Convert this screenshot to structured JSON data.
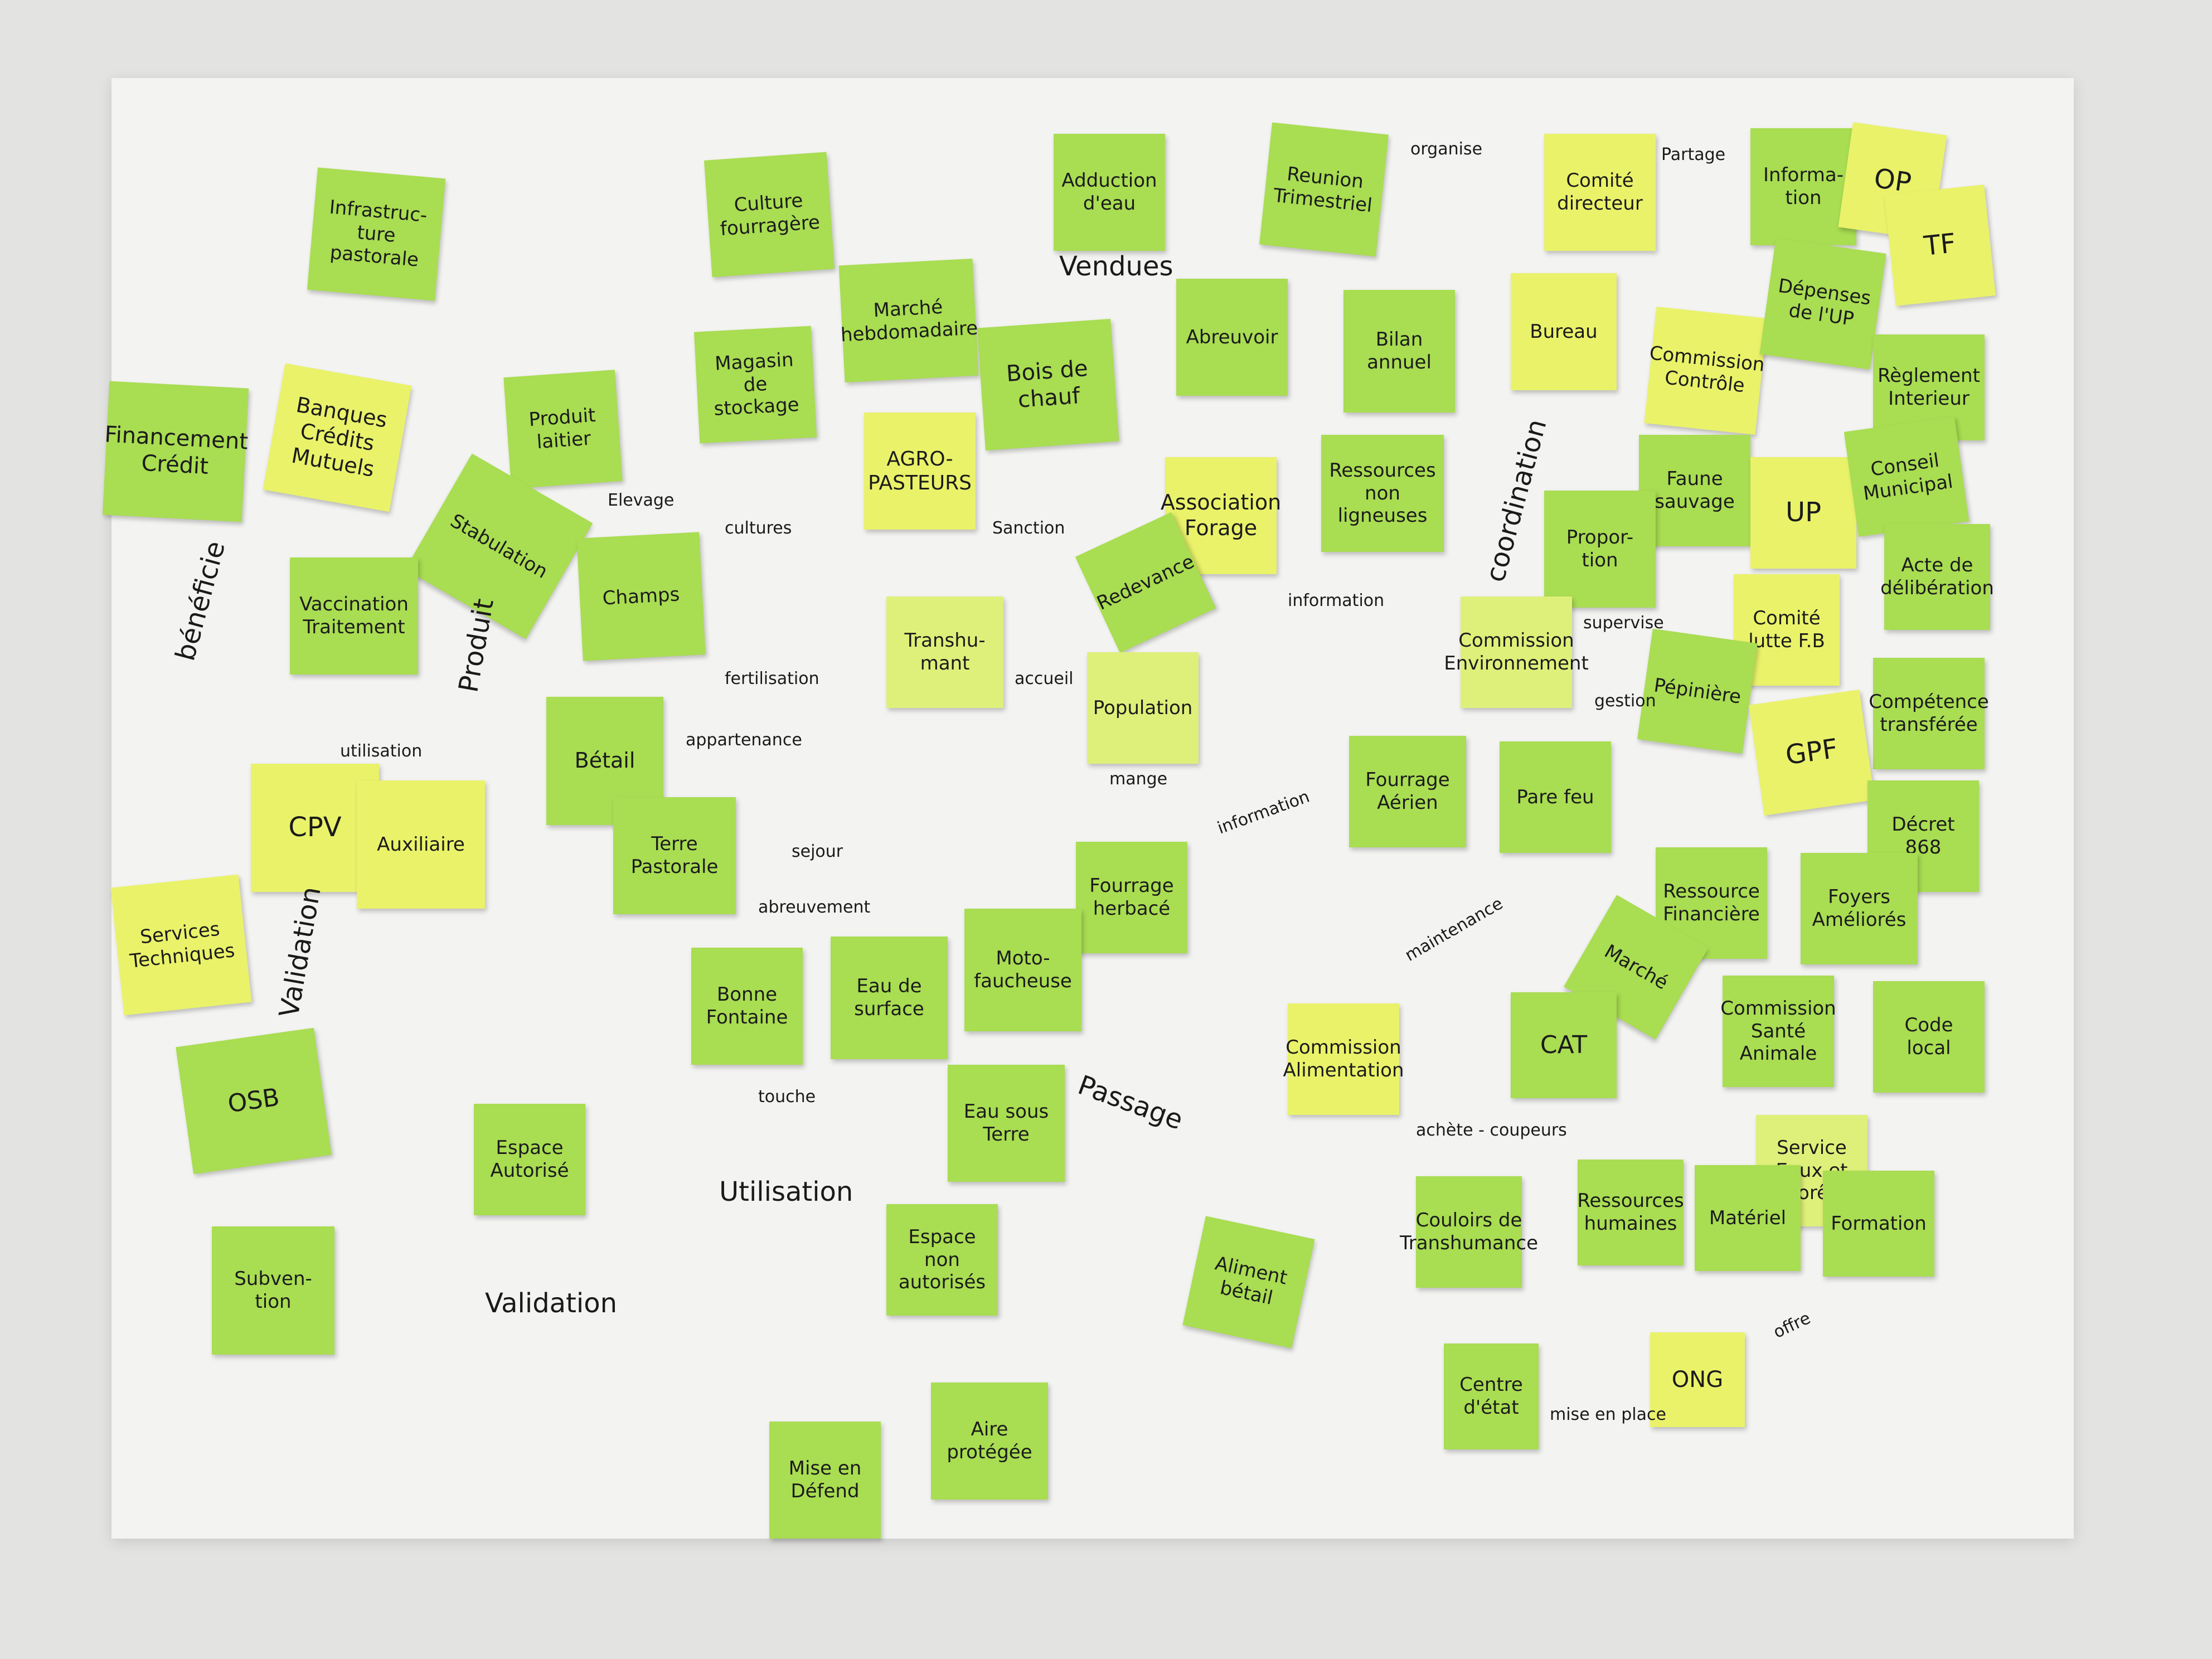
{
  "notes": {
    "infrastructure": "Infrastruc- ture pastorale",
    "culture_fourragere": "Culture fourragère",
    "adduction": "Adduction d'eau",
    "reunion": "Reunion Trimestriel",
    "comite_directeur": "Comité directeur",
    "information": "Informa- tion",
    "op": "OP",
    "tf": "TF",
    "marche": "Marché hebdomadaire",
    "abreuvoir": "Abreuvoir",
    "bilan": "Bilan annuel",
    "bureau": "Bureau",
    "commission_controle": "Commission Contrôle",
    "depenses": "Dépenses de l'UP",
    "reglement": "Règlement Interieur",
    "financement": "Financement Crédit",
    "banques": "Banques Crédits Mutuels",
    "magasin": "Magasin de stockage",
    "bois": "Bois de chauf",
    "produit_laitier": "Produit laitier",
    "agro_pasteurs": "AGRO- PASTEURS",
    "association_forage": "Association Forage",
    "ressources_ligneuses": "Ressources non ligneuses",
    "faune_sauvage": "Faune sauvage",
    "up": "UP",
    "conseil_municipal": "Conseil Municipal",
    "stabulation": "Stabulation",
    "champs": "Champs",
    "redevance": "Redevance",
    "proportion": "Propor- tion",
    "acte_deliberation": "Acte de délibération",
    "vaccination": "Vaccination Traitement",
    "transhumant": "Transhu- mant",
    "population": "Population",
    "commission_environnement": "Commission Environnement",
    "comite_lutte": "Comité lutte F.B",
    "pepiniere": "Pépinière",
    "competence": "Compétence transférée",
    "betail": "Bétail",
    "gpf": "GPF",
    "cpv": "CPV",
    "auxiliaire": "Auxiliaire",
    "terre_pastorale": "Terre Pastorale",
    "fourrage_aerien": "Fourrage Aérien",
    "pare_feu": "Pare feu",
    "decret": "Décret 868",
    "services_techniques": "Services Techniques",
    "fourrage_herbace": "Fourrage herbacé",
    "ressource_financiere": "Ressource Financière",
    "foyers": "Foyers Améliorés",
    "bonne_fontaine": "Bonne Fontaine",
    "eau_surface": "Eau de surface",
    "moto": "Moto- faucheuse",
    "marche_2": "Marché",
    "cat": "CAT",
    "commission_alimentation": "Commission Alimentation",
    "commission_sante": "Commission Santé Animale",
    "code_local": "Code local",
    "osb": "OSB",
    "espace_autorise": "Espace Autorisé",
    "eau_sous_terre": "Eau sous Terre",
    "aliment_betail": "Aliment bétail",
    "couloirs": "Couloirs de Transhumance",
    "service_eaux": "Service Eaux et Forêt",
    "ressources_humaines": "Ressources humaines",
    "materiel": "Matériel",
    "formation": "Formation",
    "subvention": "Subven- tion",
    "espace_non_autorise": "Espace non autorisés",
    "ong": "ONG",
    "centre_etat": "Centre d'état",
    "aire_protegee": "Aire protégée",
    "mise_en_defend": "Mise en Défend"
  },
  "labels": {
    "organise": "organise",
    "partage": "Partage",
    "vendues": "Vendues",
    "elevage": "Elevage",
    "cultures": "cultures",
    "sanction": "Sanction",
    "beneficie": "bénéficie",
    "produit": "Produit",
    "fertilisation": "fertilisation",
    "appartenance": "appartenance",
    "utilisation": "utilisation",
    "information": "information",
    "supervise": "supervise",
    "gestion": "gestion",
    "mange": "mange",
    "sejour": "sejour",
    "abreuvement": "abreuvement",
    "validation": "Validation",
    "validation_big": "Validation",
    "utilisation_big": "Utilisation",
    "passage": "Passage",
    "coordination": "coordination",
    "maintenance": "maintenance",
    "achete_coupeurs": "achète - coupeurs",
    "offre": "offre",
    "mise_en_place": "mise en place",
    "accueil": "accueil",
    "touche": "touche",
    "information_2": "information"
  }
}
